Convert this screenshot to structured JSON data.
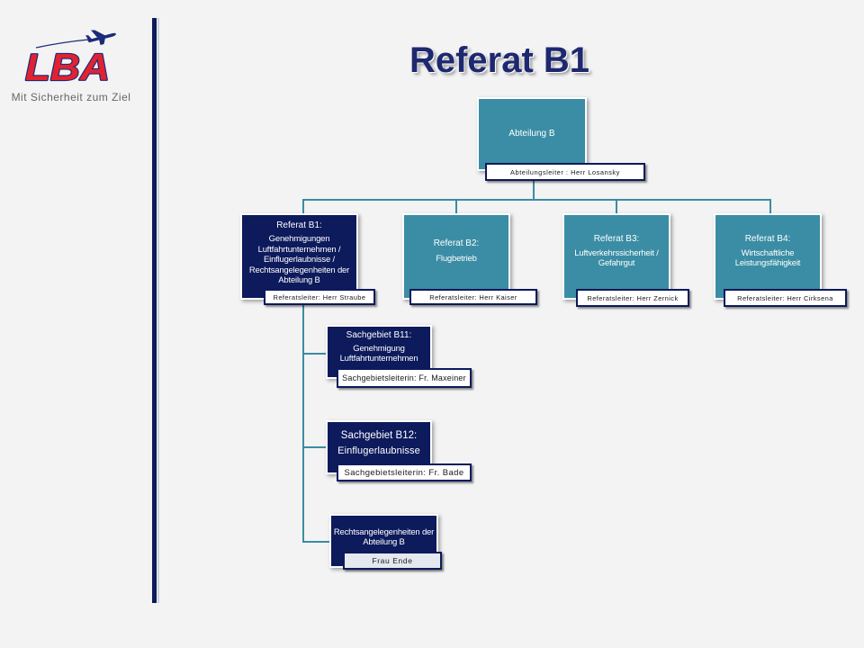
{
  "slide": {
    "title": "Referat B1",
    "logo": {
      "letters": "LBA",
      "tagline": "Mit Sicherheit zum Ziel"
    },
    "colors": {
      "background": "#f3f3f3",
      "navy": "#0d1a5c",
      "teal": "#3a8da4",
      "title": "#1e2870",
      "connector": "#3a8da4",
      "logo_red": "#e12232",
      "logo_outline": "#1b2a78"
    }
  },
  "org_chart": {
    "abteilung": {
      "name": "Abteilung B",
      "leader": "Abteilungsleiter : Herr Losansky"
    },
    "referate": [
      {
        "heading": "Referat B1:",
        "description": "Genehmigungen Luftfahrtunternehmen / Einflugerlaubnisse / Rechtsangelegenheiten der Abteilung B",
        "leader": "Referatsleiter: Herr Straube"
      },
      {
        "heading": "Referat B2:",
        "description": "Flugbetrieb",
        "leader": "Referatsleiter: Herr Kaiser"
      },
      {
        "heading": "Referat B3:",
        "description": "Luftverkehrssicherheit / Gefahrgut",
        "leader": "Referatsleiter: Herr Zernick"
      },
      {
        "heading": "Referat B4:",
        "description": "Wirtschaftliche Leistungsfähigkeit",
        "leader": "Referatsleiter: Herr Cirksena"
      }
    ],
    "sachgebiete": [
      {
        "heading": "Sachgebiet B11:",
        "description": "Genehmigung Luftfahrtunternehmen",
        "leader": "Sachgebietsleiterin: Fr. Maxeiner"
      },
      {
        "heading": "Sachgebiet B12:",
        "description": "Einflugerlaubnisse",
        "leader": "Sachgebietsleiterin: Fr. Bade"
      },
      {
        "description": "Rechtsangelegenheiten der Abteilung B",
        "leader": "Frau Ende"
      }
    ]
  }
}
